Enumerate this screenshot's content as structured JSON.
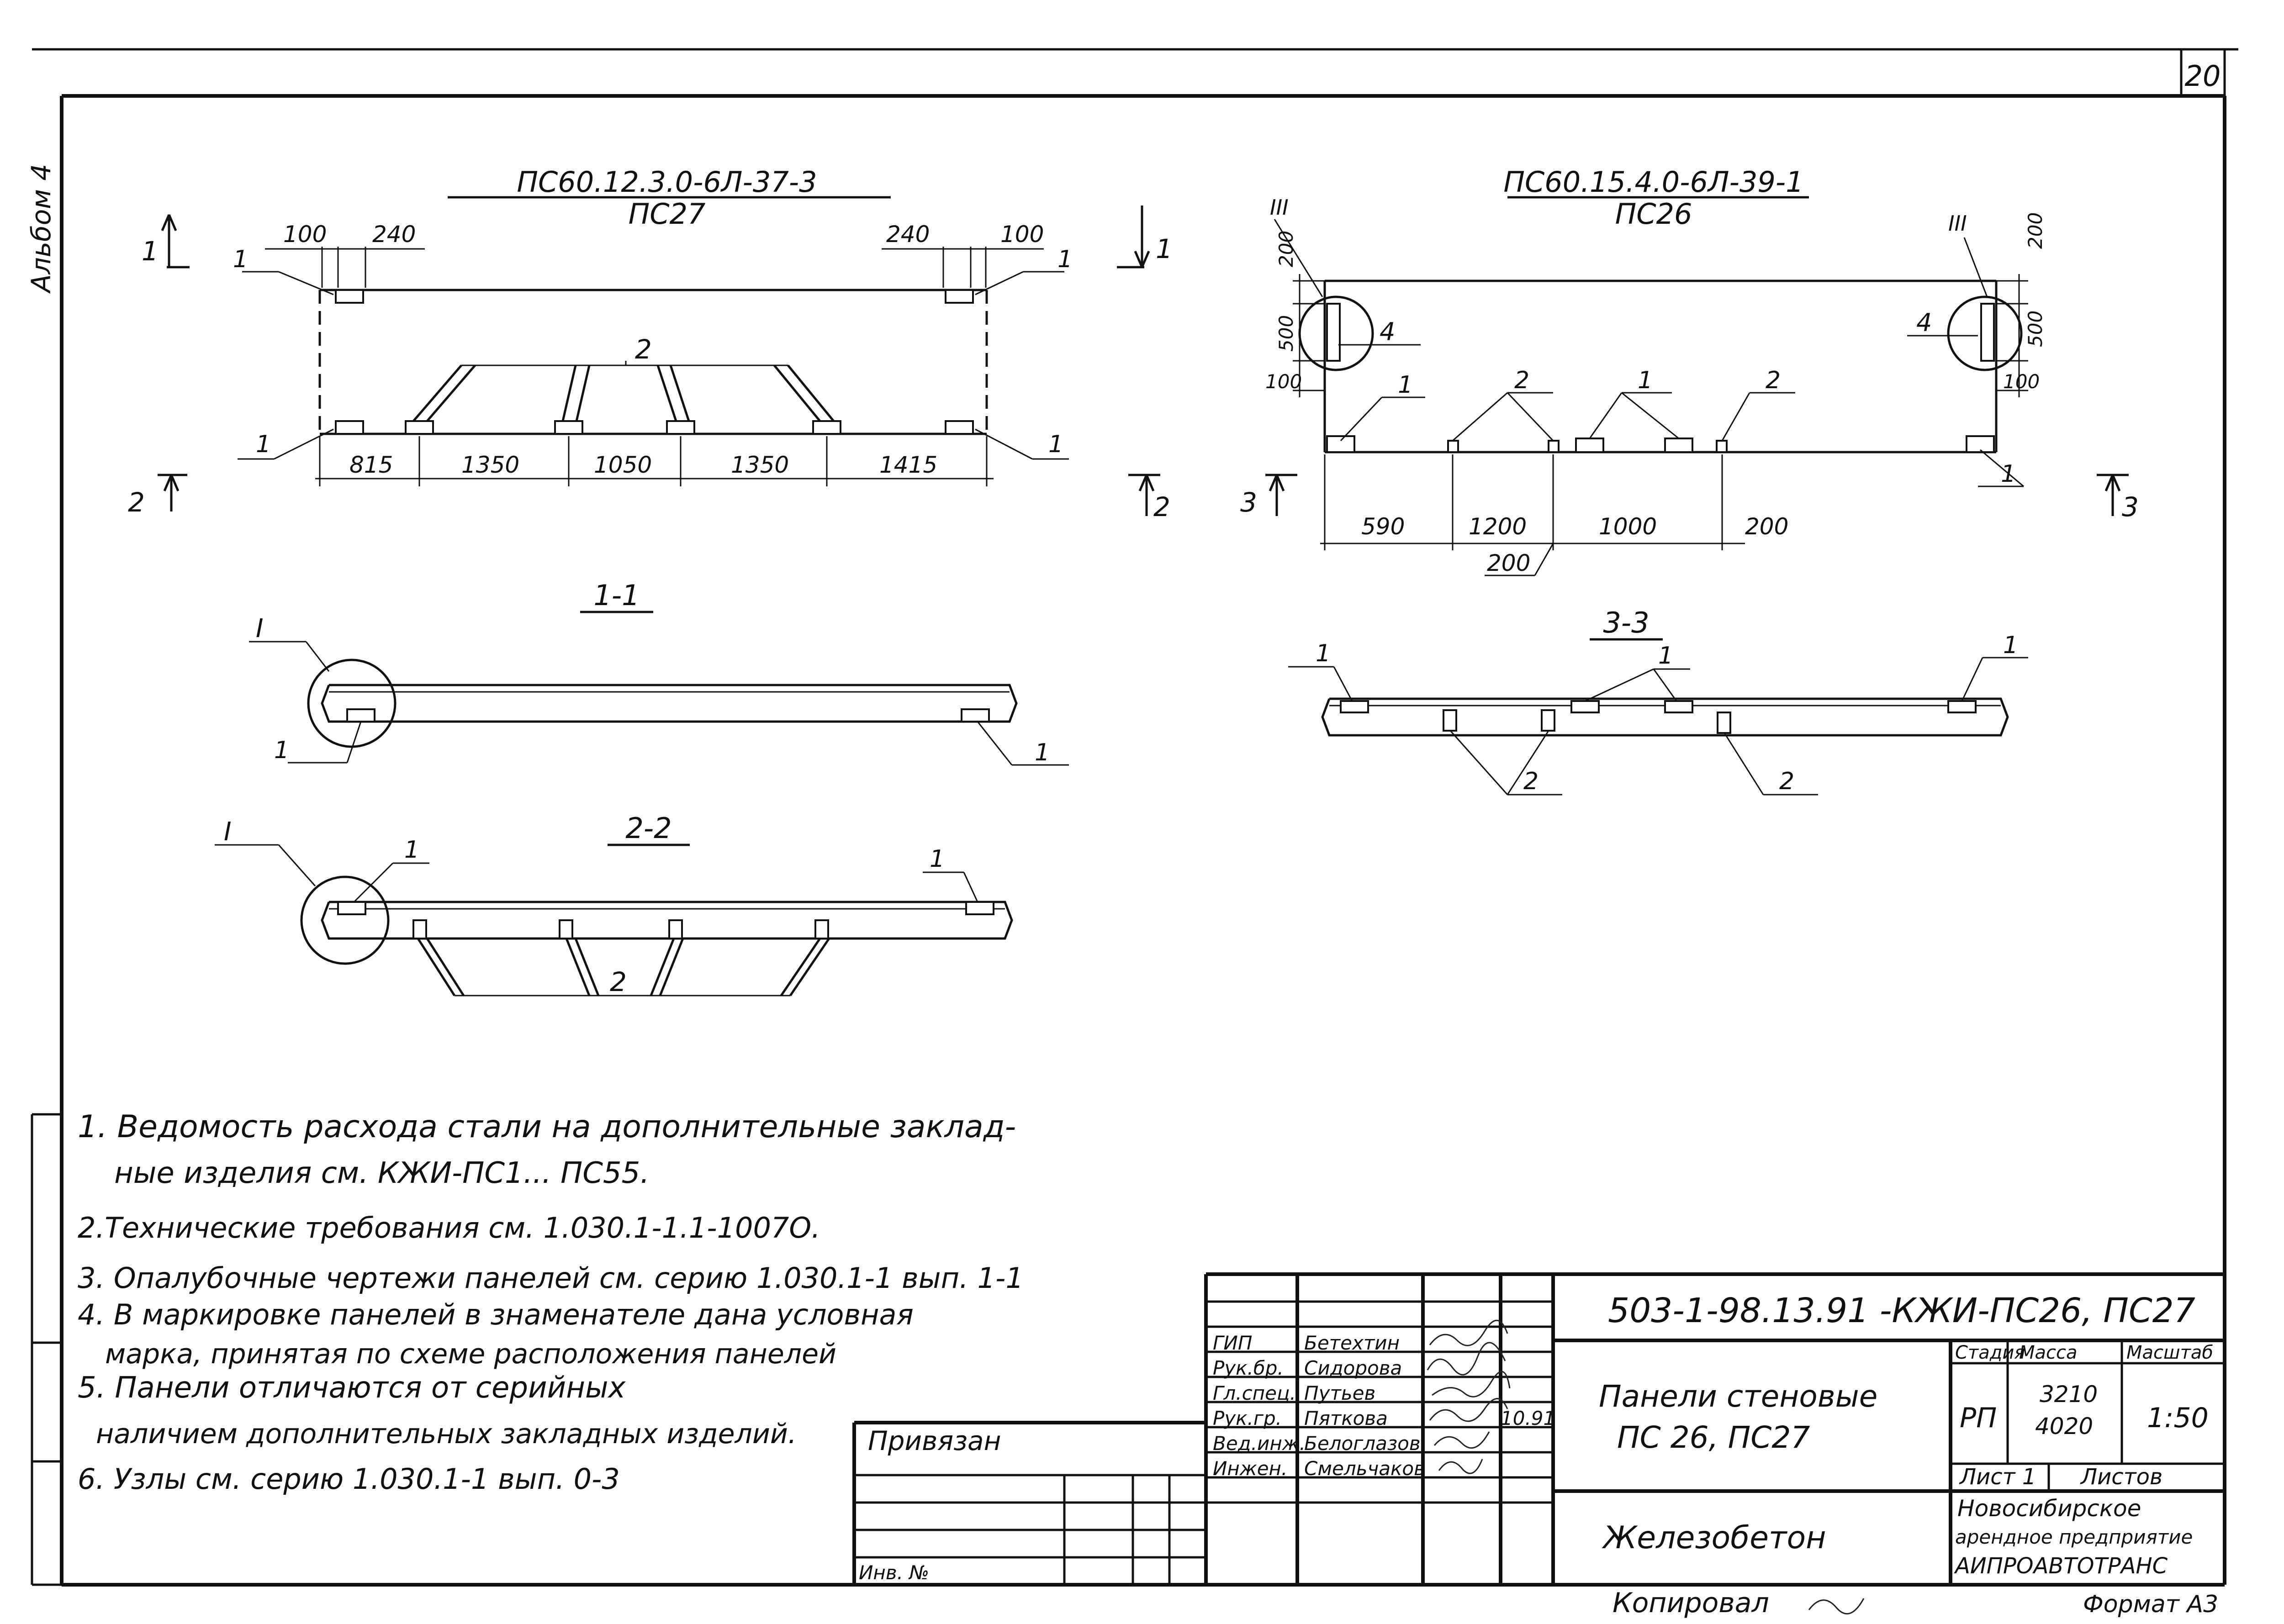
{
  "sheet": {
    "sheet_number": "20",
    "album": "Альбом 4",
    "copied": "Копировал",
    "format": "Формат А3"
  },
  "views": {
    "pc27": {
      "mark_line1": "ПС60.12.3.0-6Л-37-3",
      "mark_line2": "ПС27",
      "top_dims": [
        "100",
        "240",
        "240",
        "100"
      ],
      "bottom_dims": [
        "815",
        "1350",
        "1050",
        "1350",
        "1415"
      ],
      "callouts": [
        "1",
        "1",
        "1",
        "1",
        "2"
      ],
      "cut_marks": [
        "1",
        "1",
        "2",
        "2"
      ]
    },
    "pc26": {
      "mark_line1": "ПС60.15.4.0-6Л-39-1",
      "mark_line2": "ПС26",
      "node_marks": [
        "III",
        "III"
      ],
      "left_dims": [
        "200",
        "500",
        "100"
      ],
      "right_dims": [
        "200",
        "500",
        "100"
      ],
      "bottom_dims": [
        "590",
        "1200",
        "1000",
        "200"
      ],
      "extra_dim": "200",
      "callouts": [
        "4",
        "4",
        "1",
        "1",
        "1",
        "2",
        "2"
      ],
      "cut_marks": [
        "3",
        "3"
      ]
    },
    "section11": {
      "title": "1-1",
      "node": "I",
      "callouts": [
        "1",
        "1"
      ]
    },
    "section22": {
      "title": "2-2",
      "node": "I",
      "callouts": [
        "1",
        "1",
        "2"
      ]
    },
    "section33": {
      "title": "3-3",
      "callouts": [
        "1",
        "1",
        "1",
        "2",
        "2"
      ]
    }
  },
  "notes": [
    "1. Ведомость расхода стали на дополнительные заклад-",
    "ные изделия см. КЖИ-ПС1... ПС55.",
    "2.Технические требования см. 1.030.1-1.1-1007О.",
    "3. Опалубочные чертежи панелей см. серию 1.030.1-1 вып. 1-1",
    "4. В маркировке панелей в знаменателе дана условная",
    "марка, принятая по схеме расположения панелей",
    "5. Панели отличаются от серийных",
    "наличием дополнительных закладных изделий.",
    "6. Узлы см. серию 1.030.1-1 вып. 0-3"
  ],
  "stamp": {
    "doc_code": "503-1-98.13.91 -КЖИ-ПС26, ПС27",
    "title_line1": "Панели стеновые",
    "title_line2": "ПС 26, ПС27",
    "material": "Железобетон",
    "stage_label": "Стадия",
    "mass_label": "Масса",
    "scale_label": "Масштаб",
    "stage": "РП",
    "mass_1": "3210",
    "mass_2": "4020",
    "scale": "1:50",
    "sheet_label": "Лист 1",
    "sheets_label": "Листов",
    "org_line1": "Новосибирское",
    "org_line2": "арендное предприятие",
    "org_line3": "АИПРОАВТОТРАНС",
    "bound": "Привязан",
    "inv": "Инв. №",
    "date": "10.91",
    "people": [
      {
        "role": "ГИП",
        "name": "Бетехтин"
      },
      {
        "role": "Рук.бр.",
        "name": "Сидорова"
      },
      {
        "role": "Гл.спец.",
        "name": "Путьев"
      },
      {
        "role": "Рук.гр.",
        "name": "Пяткова"
      },
      {
        "role": "Вед.инж.",
        "name": "Белоглазов"
      },
      {
        "role": "Инжен.",
        "name": "Смельчаков"
      }
    ]
  }
}
